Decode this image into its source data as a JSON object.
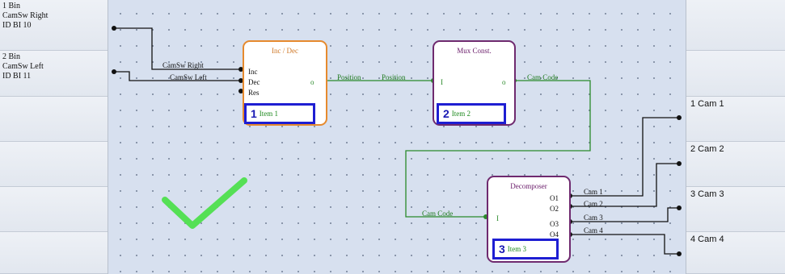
{
  "inputs": [
    {
      "number": "1 Bin",
      "name": "CamSw Right",
      "id": "ID BI 10"
    },
    {
      "number": "2 Bin",
      "name": "CamSw Left",
      "id": "ID BI 11"
    }
  ],
  "outputs": [
    {
      "label": "1 Cam 1"
    },
    {
      "label": "2 Cam 2"
    },
    {
      "label": "3 Cam 3"
    },
    {
      "label": "4 Cam 4"
    }
  ],
  "blocks": {
    "incdec": {
      "title": "Inc / Dec",
      "ports": [
        "Inc",
        "Dec",
        "Res"
      ],
      "item_number": "1",
      "item_label": "Item 1",
      "title_color": "#d07a2a",
      "border_color": "#e68a2e"
    },
    "muxconst": {
      "title": "Mux Const.",
      "port_in": "I",
      "item_number": "2",
      "item_label": "Item 2",
      "title_color": "#6a1c6a",
      "border_color": "#6f2a6f"
    },
    "decomposer": {
      "title": "Decomposer",
      "port_in": "I",
      "ports_out": [
        "O1",
        "O2",
        "O3",
        "O4"
      ],
      "item_number": "3",
      "item_label": "Item 3",
      "title_color": "#6a1c6a",
      "border_color": "#6f2a6f"
    }
  },
  "wire_labels": {
    "camsw_right": "CamSw Right",
    "camsw_left": "CamSw Left",
    "position_out": "Position",
    "position_in": "Position",
    "cam_code_out": "Cam Code",
    "cam_code_in": "Cam Code",
    "cam1": "Cam 1",
    "cam2": "Cam 2",
    "cam3": "Cam 3",
    "cam4": "Cam 4"
  },
  "colors": {
    "green_wire": "#2a8a2a",
    "black_wire": "#111111",
    "checkmark": "#55e055",
    "item_border": "#1e1ed2"
  },
  "status": {
    "valid_icon": "checkmark-icon"
  }
}
